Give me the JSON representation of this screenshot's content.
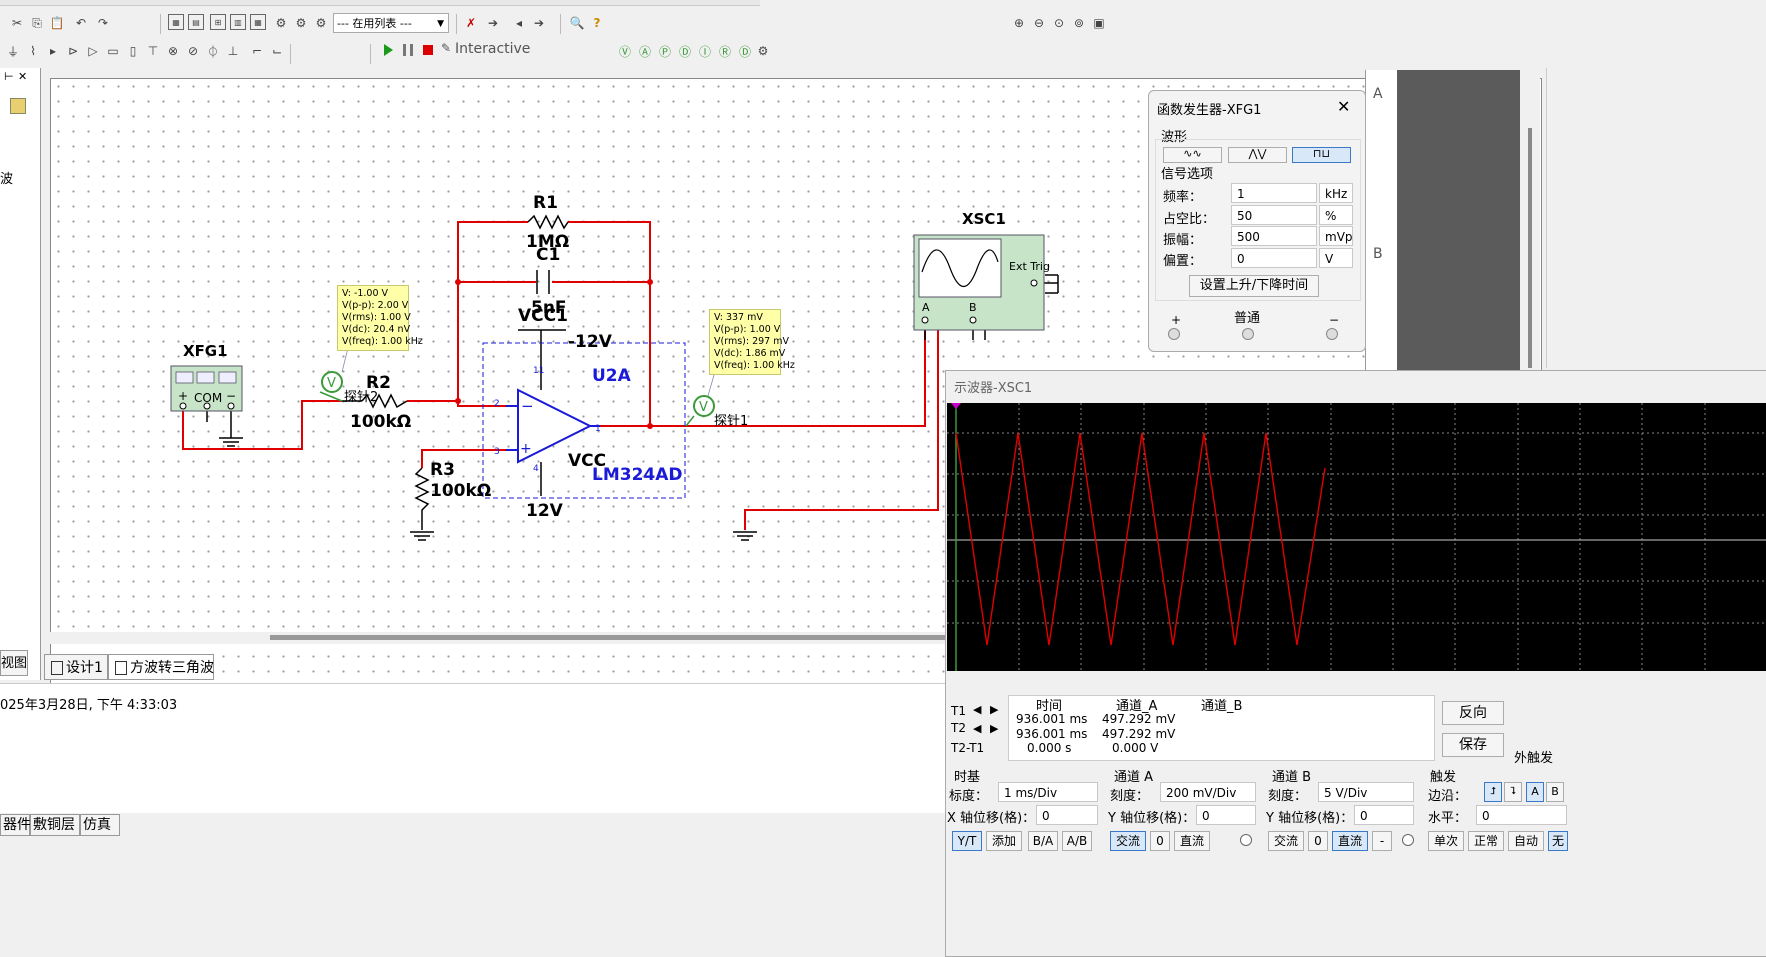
{
  "toolbar": {
    "list_select": "--- 在用列表 ---",
    "interactive_label": "Interactive"
  },
  "circuit": {
    "xfg1_label": "XFG1",
    "xfg1_com": "COM",
    "xfg1_plus": "+",
    "xfg1_minus": "−",
    "r1_name": "R1",
    "r1_value": "1MΩ",
    "c1_name": "C1",
    "c1_value": "5nF",
    "vcc1_label": "VCC1",
    "neg12_label": "-12V",
    "u2a_label": "U2A",
    "lm_label": "LM324AD",
    "vcc_label": "VCC",
    "pos12_label": "12V",
    "r2_name": "R2",
    "r2_value": "100kΩ",
    "r3_name": "R3",
    "r3_value": "100kΩ",
    "probe2_label": "探针2",
    "probe1_label": "探针1",
    "xsc1_label": "XSC1",
    "xsc_ext_trig": "Ext Trig",
    "xsc_a": "A",
    "xsc_b": "B",
    "pin_2": "2",
    "pin_3": "3",
    "pin_1": "1",
    "pin_11": "11",
    "pin_4": "4",
    "probe2_text": "V: -1.00 V\nV(p-p): 2.00 V\nV(rms): 1.00 V\nV(dc): 20.4 nV\nV(freq): 1.00 kHz",
    "probe1_text": "V: 337 mV\nV(p-p): 1.00 V\nV(rms): 297 mV\nV(dc): 1.86 mV\nV(freq): 1.00 kHz",
    "border_a": "A",
    "border_b": "B"
  },
  "func_gen": {
    "title": "函数发生器-XFG1",
    "waveform_group": "波形",
    "signal_group": "信号选项",
    "freq_label": "频率：",
    "freq_value": "1",
    "freq_unit": "kHz",
    "duty_label": "占空比：",
    "duty_value": "50",
    "duty_unit": "%",
    "amp_label": "振幅：",
    "amp_value": "500",
    "amp_unit": "mVp",
    "offset_label": "偏置：",
    "offset_value": "0",
    "offset_unit": "V",
    "rise_fall_button": "设置上升/下降时间",
    "plus": "+",
    "common": "普通",
    "minus": "−"
  },
  "oscilloscope": {
    "title": "示波器-XSC1",
    "col_time": "时间",
    "col_a": "通道_A",
    "col_b": "通道_B",
    "t1_label": "T1",
    "t2_label": "T2",
    "t2t1_label": "T2-T1",
    "t1_time": "936.001 ms",
    "t1_a": "497.292 mV",
    "t2_time": "936.001 ms",
    "t2_a": "497.292 mV",
    "dt_time": "0.000 s",
    "dt_a": "0.000 V",
    "reverse_button": "反向",
    "save_button": "保存",
    "ext_trigger": "外触发",
    "timebase_group": "时基",
    "scale_label": "标度：",
    "timebase_scale": "1 ms/Div",
    "x_offset_label": "X 轴位移(格)：",
    "x_offset": "0",
    "chA_group": "通道 A",
    "chA_scale_label": "刻度：",
    "chA_scale": "200 mV/Div",
    "chA_offset_label": "Y 轴位移(格)：",
    "chA_offset": "0",
    "chB_group": "通道 B",
    "chB_scale_label": "刻度：",
    "chB_scale": "5  V/Div",
    "chB_offset_label": "Y 轴位移(格)：",
    "chB_offset": "0",
    "trigger_group": "触发",
    "edge_label": "边沿：",
    "level_label": "水平：",
    "level_value": "0",
    "btn_yt": "Y/T",
    "btn_add": "添加",
    "btn_ba": "B/A",
    "btn_ab": "A/B",
    "btn_ac_a": "交流",
    "btn_zero_a": "0",
    "btn_dc_a": "直流",
    "btn_ac_b": "交流",
    "btn_zero_b": "0",
    "btn_dc_b": "直流",
    "btn_minus_b": "-",
    "btn_single": "单次",
    "btn_normal": "正常",
    "btn_auto": "自动",
    "btn_none": "无",
    "edge_a": "A",
    "edge_b": "B"
  },
  "tabs": {
    "design1": "设计1",
    "square_tri": "方波转三角波",
    "left_view": "视图",
    "bottom_components": "器件",
    "bottom_copper": "敷铜层",
    "bottom_sim": "仿真"
  },
  "log": {
    "timestamp": "025年3月28日, 下午 4:33:03"
  }
}
